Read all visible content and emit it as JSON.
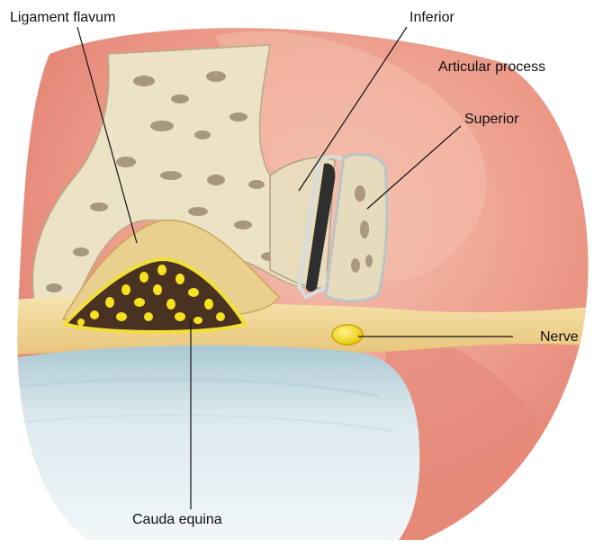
{
  "labels": {
    "ligament_flavum": "Ligament flavum",
    "inferior": "Inferior",
    "articular_process": "Articular process",
    "superior": "Superior",
    "nerve": "Nerve",
    "cauda_equina": "Cauda equina"
  },
  "colors": {
    "muscle": "#e98f80",
    "muscle_light": "#f3b7a8",
    "bone": "#ece2c6",
    "bone_dark": "#6f5a3f",
    "fat": "#f3d79a",
    "ligament": "#ead08f",
    "dura": "#4a3222",
    "nerve_roots": "#f6e21e",
    "disc": "#c9dde3",
    "leader_line": "#111111"
  }
}
